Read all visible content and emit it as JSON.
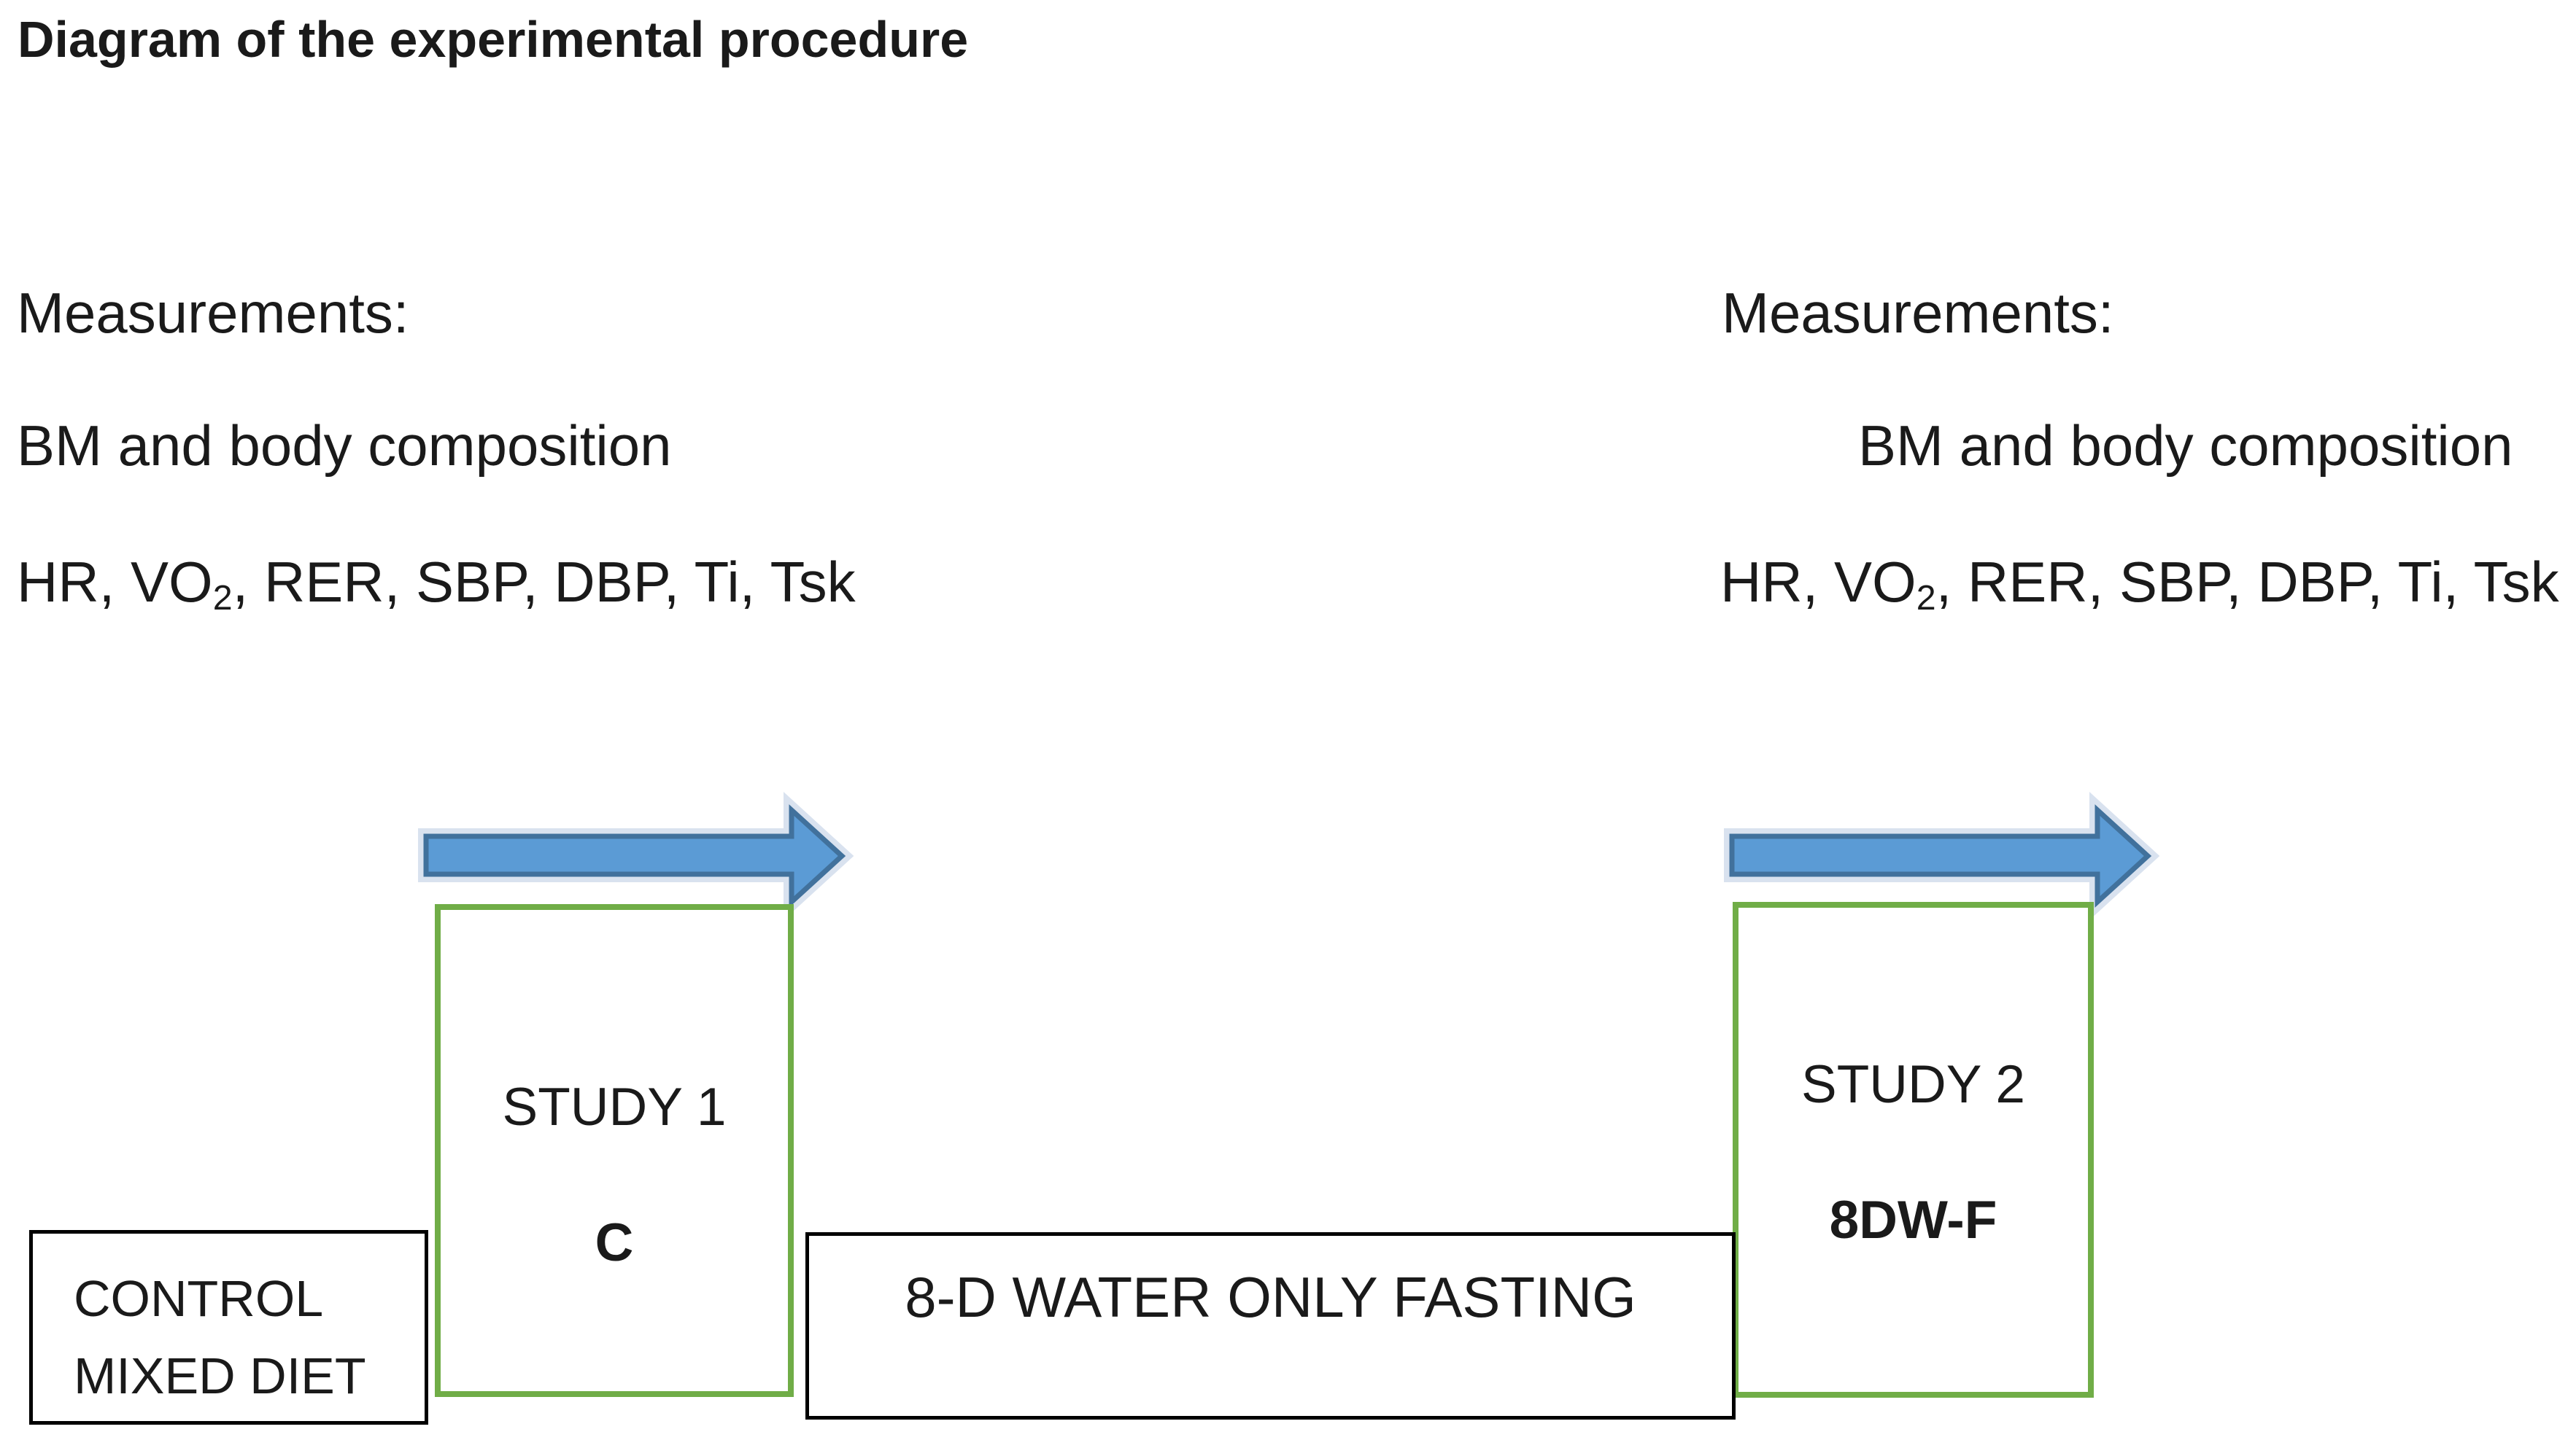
{
  "colors": {
    "arrow_fill": "#5b9bd5",
    "arrow_stroke": "#41719c",
    "arrow_halo": "#d9e2ef",
    "green_border": "#70ad47",
    "box_border": "#000000",
    "text_color": "#1a1a1a"
  },
  "header": {
    "title": "Diagram of the experimental procedure"
  },
  "measurements_left": {
    "heading": "Measurements:",
    "body_composition": "BM and body composition",
    "vitals": {
      "pre": "HR, VO",
      "sub": "2",
      "post": ", RER, SBP, DBP, Ti, Tsk"
    }
  },
  "measurements_right": {
    "heading": "Measurements:",
    "body_composition": "BM and body composition",
    "vitals": {
      "pre": "HR, VO",
      "sub": "2",
      "post": ", RER, SBP, DBP, Ti, Tsk"
    }
  },
  "timeline": {
    "study1_box": {
      "title": "STUDY 1",
      "condition": "C"
    },
    "study2_box": {
      "title": "STUDY 2",
      "condition": "8DW-F"
    },
    "control_box": {
      "line1": "CONTROL",
      "line2": "MIXED DIET"
    },
    "fasting_box": {
      "label": "8-D WATER ONLY FASTING"
    }
  }
}
